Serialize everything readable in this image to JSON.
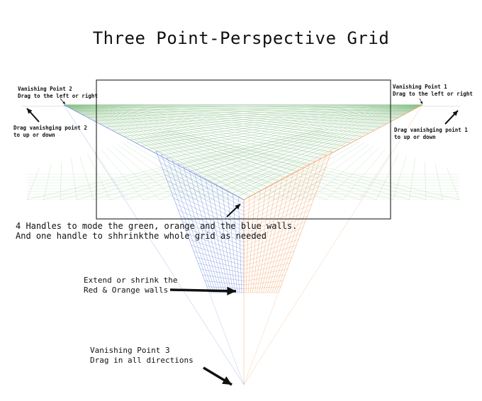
{
  "title": "Three Point-Perspective Grid",
  "labels": {
    "vp2_line1": "Vanishing Point 2",
    "vp2_line2": "Drag to the left or right",
    "vp2_hint_line1": "Drag vanishging point 2",
    "vp2_hint_line2": "to up or down",
    "vp1_line1": "Vanishing Point 1",
    "vp1_line2": "Drag to the left or right",
    "vp1_hint_line1": "Drag vanishging point 1",
    "vp1_hint_line2": "to up or down",
    "handles_line1": "4 Handles to mode the green, orange and the blue walls.",
    "handles_line2": "And one handle to shhrinkthe whole grid as needed",
    "extend_line1": "Extend or shrink the",
    "extend_line2": "Red & Orange walls",
    "vp3_line1": "Vanishing Point 3",
    "vp3_line2": "Drag in all directions"
  },
  "colors": {
    "green": "#8cc28c",
    "blue": "#6f8fe0",
    "orange": "#f2a46a",
    "frame": "#333333",
    "ink": "#111111",
    "horizon": "#d9d9d9"
  }
}
